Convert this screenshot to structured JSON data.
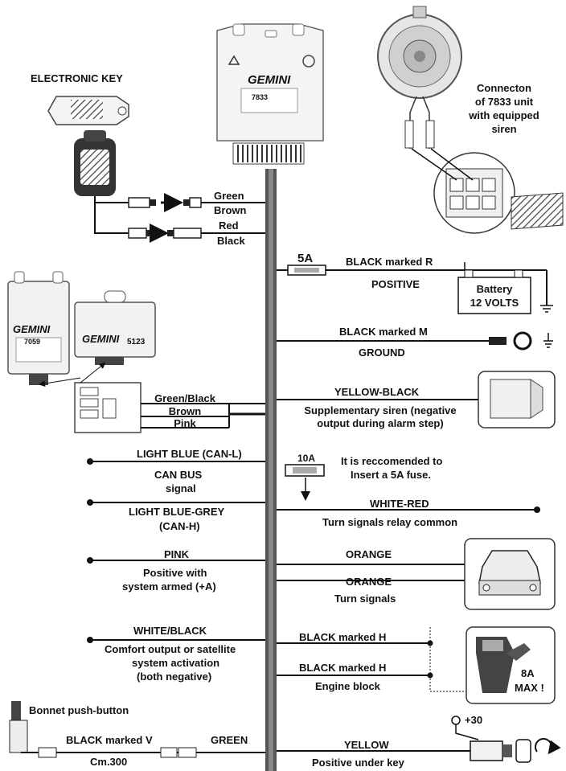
{
  "top": {
    "electronic_key": "ELECTRONIC KEY",
    "connection_7833": [
      "Connecton",
      "of 7833 unit",
      "with equipped",
      "siren"
    ],
    "main_unit_brand": "GEMINI",
    "main_unit_model": "7833",
    "secondary_unit_brand": "GEMINI",
    "secondary_unit_model": "5123",
    "left_unit_brand": "GEMINI",
    "left_unit_model": "7059"
  },
  "key_wires": {
    "green": "Green",
    "brown": "Brown",
    "red": "Red",
    "black": "Black"
  },
  "connector_wires": {
    "green_black": "Green/Black",
    "brown": "Brown",
    "pink": "Pink"
  },
  "right": {
    "fuse_5a": "5A",
    "black_r": "BLACK marked R",
    "positive": "POSITIVE",
    "battery_line1": "Battery",
    "battery_line2": "12 VOLTS",
    "black_m": "BLACK marked M",
    "ground": "GROUND",
    "yellow_black": "YELLOW-BLACK",
    "supp_siren_1": "Supplementary siren (negative",
    "supp_siren_2": "output during alarm step)",
    "fuse_10a": "10A",
    "fuse_note_1": "It is reccomended to",
    "fuse_note_2": "Insert a 5A fuse.",
    "white_red": "WHITE-RED",
    "turn_relay": "Turn signals relay common",
    "orange_1": "ORANGE",
    "orange_2": "ORANGE",
    "turn_signals": "Turn signals",
    "black_h_1": "BLACK marked H",
    "black_h_2": "BLACK marked H",
    "engine_block": "Engine block",
    "max_8a_1": "8A",
    "max_8a_2": "MAX !",
    "plus30": "+30",
    "yellow": "YELLOW",
    "positive_key": "Positive under key"
  },
  "left": {
    "light_blue_canl": "LIGHT BLUE (CAN-L)",
    "can_bus_1": "CAN BUS",
    "can_bus_2": "signal",
    "light_blue_grey": "LIGHT BLUE-GREY",
    "can_h": "(CAN-H)",
    "pink": "PINK",
    "pos_armed_1": "Positive with",
    "pos_armed_2": "system armed (+A)",
    "white_black": "WHITE/BLACK",
    "comfort_1": "Comfort output or satellite",
    "comfort_2": "system activation",
    "comfort_3": "(both negative)",
    "bonnet": "Bonnet push-button",
    "black_v": "BLACK marked V",
    "green": "GREEN",
    "cm300": "Cm.300"
  }
}
